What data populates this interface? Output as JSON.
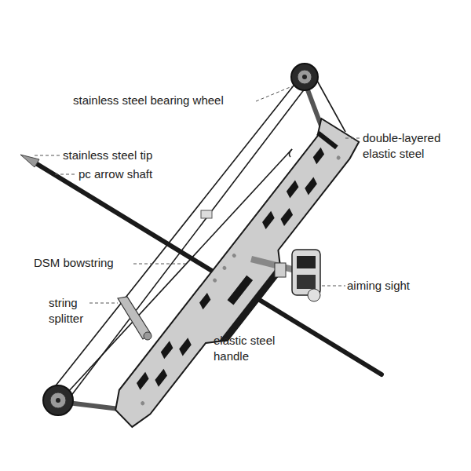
{
  "diagram": {
    "labels": [
      "stainless steel bearing wheel",
      "double-layered elastic steel",
      "stainless steel tip",
      "pc arrow shaft",
      "DSM bowstring",
      "string splitter",
      "aiming sight",
      "elastic steel handle"
    ]
  }
}
